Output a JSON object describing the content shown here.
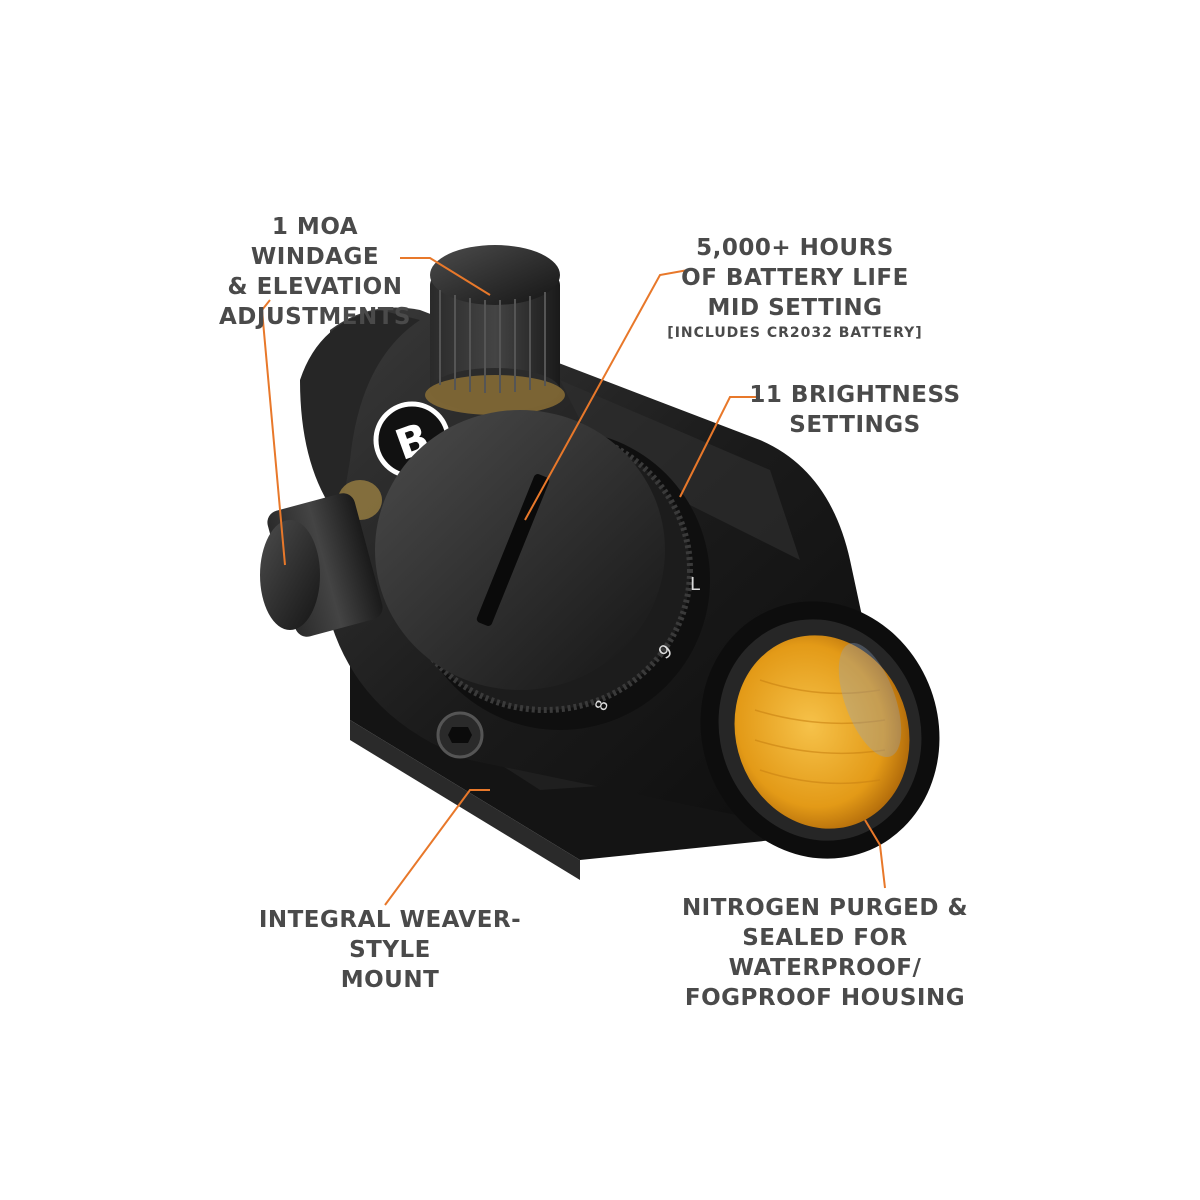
{
  "callouts": {
    "windage": [
      "1 MOA WINDAGE",
      "& ELEVATION",
      "ADJUSTMENTS"
    ],
    "battery": [
      "5,000+ HOURS",
      "OF BATTERY LIFE",
      "MID SETTING"
    ],
    "battery_note": "[INCLUDES CR2032 BATTERY]",
    "brightness": [
      "11 BRIGHTNESS",
      "SETTINGS"
    ],
    "mount": [
      "INTEGRAL WEAVER-STYLE",
      "MOUNT"
    ],
    "nitrogen": [
      "NITROGEN PURGED &",
      "SEALED FOR WATERPROOF/",
      "FOGPROOF HOUSING"
    ]
  },
  "dial_marks": [
    "L",
    "9",
    "8"
  ],
  "colors": {
    "leader": "#e8782a",
    "text": "#4a4a4a",
    "body": "#1a1a1a",
    "lens": "#e9a21c"
  }
}
